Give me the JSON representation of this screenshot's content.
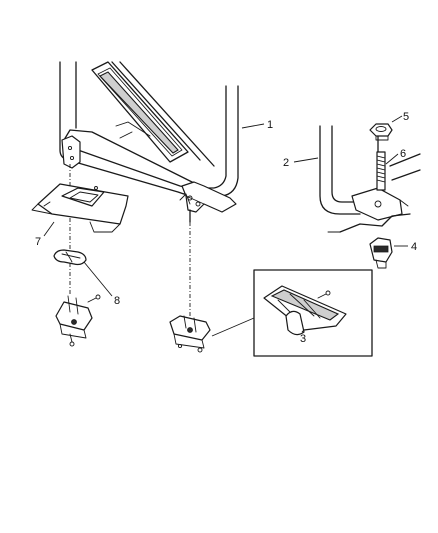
{
  "callouts": {
    "c1": "1",
    "c2": "2",
    "c3": "3",
    "c4": "4",
    "c5": "5",
    "c6": "6",
    "c7": "7",
    "c8": "8"
  },
  "colors": {
    "line": "#1a1a1a",
    "background": "#ffffff",
    "shade": "#cfcfcf"
  }
}
